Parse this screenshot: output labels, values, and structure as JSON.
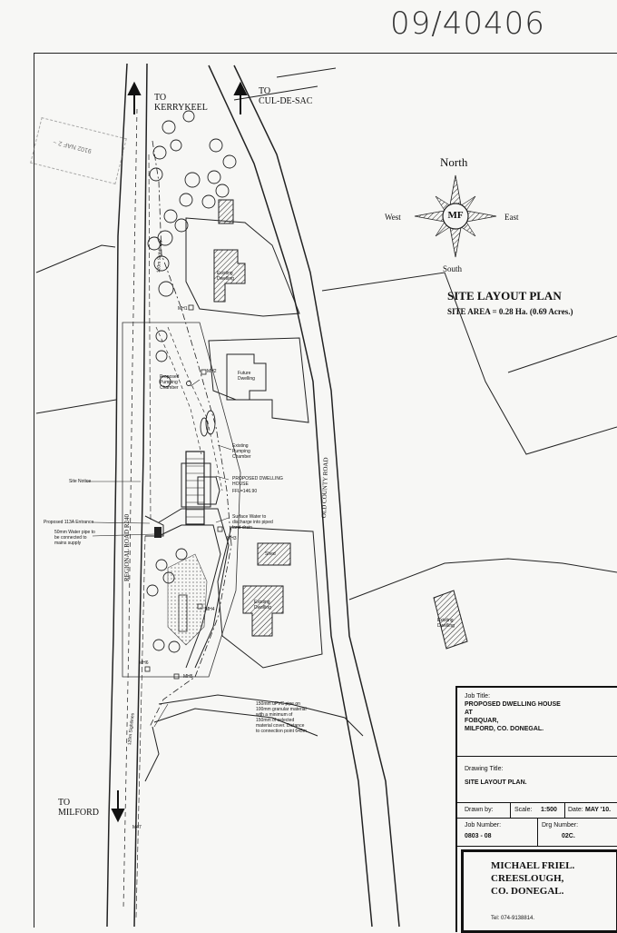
{
  "reference": "09/40406",
  "compass": {
    "north": "North",
    "south": "South",
    "east": "East",
    "west": "West",
    "logo": "MF"
  },
  "plan": {
    "title": "SITE LAYOUT PLAN",
    "site_area": "SITE AREA = 0.28 Ha. (0.69 Acres.)"
  },
  "directions": {
    "kerrykeel": "TO\nKERRYKEEL",
    "cul_de_sac": "TO\nCUL-DE-SAC",
    "milford": "TO\nMILFORD"
  },
  "roads": {
    "regional": "REGIONAL ROAD R240",
    "old_county": "OLD COUNTY ROAD"
  },
  "labels": {
    "existing_dwelling_1": "Existing Dwelling",
    "existing_dwelling_2": "Existing Dwelling",
    "existing_dwelling_3": "Existing Dwelling",
    "future_dwelling": "Future Dwelling",
    "shed": "Shed",
    "proposed_pumping": "Proposed Pumping Chamber",
    "existing_pumping": "Existing Pumping Chamber",
    "proposed_house": "PROPOSED DWELLING HOUSE",
    "ffl": "FFL=146.90",
    "site_notice": "Site Notice",
    "entrance": "Proposed 113A Entrance",
    "water_pipe": "50mm Water pipe to be connected to mains supply",
    "surface_water": "Surface Water to discharge into piped land drain",
    "upvc_pipe": "150mm uPVC pipe on 100mm granular material with a minimum of 150mm of selected material cover. Distance to connection point 645m.",
    "mh1": "MH1",
    "mh2": "MH2",
    "mh3": "MH3",
    "mh4": "MH4",
    "mh5": "MH5",
    "mh6": "MH6",
    "visibility_1": "120m Sightlines",
    "visibility_2": "120m Sightlines",
    "stamp": "9102 NAF 2 ~",
    "m47": "M47"
  },
  "title_block": {
    "job_title_label": "Job Title:",
    "job_title": "PROPOSED DWELLING HOUSE\nAT\nFOBQUAR,\nMILFORD, CO. DONEGAL.",
    "drawing_title_label": "Drawing Title:",
    "drawing_title": "SITE LAYOUT PLAN.",
    "drawn_by_label": "Drawn by:",
    "scale_label": "Scale:",
    "scale_value": "1:500",
    "date_label": "Date:",
    "date_value": "MAY '10.",
    "job_number_label": "Job Number:",
    "job_number_value": "0803 - 08",
    "drg_number_label": "Drg Number:",
    "drg_number_value": "02C.",
    "company": "MICHAEL FRIEL.\nCREESLOUGH,\nCO. DONEGAL.",
    "tel": "Tel: 074-9138814."
  }
}
